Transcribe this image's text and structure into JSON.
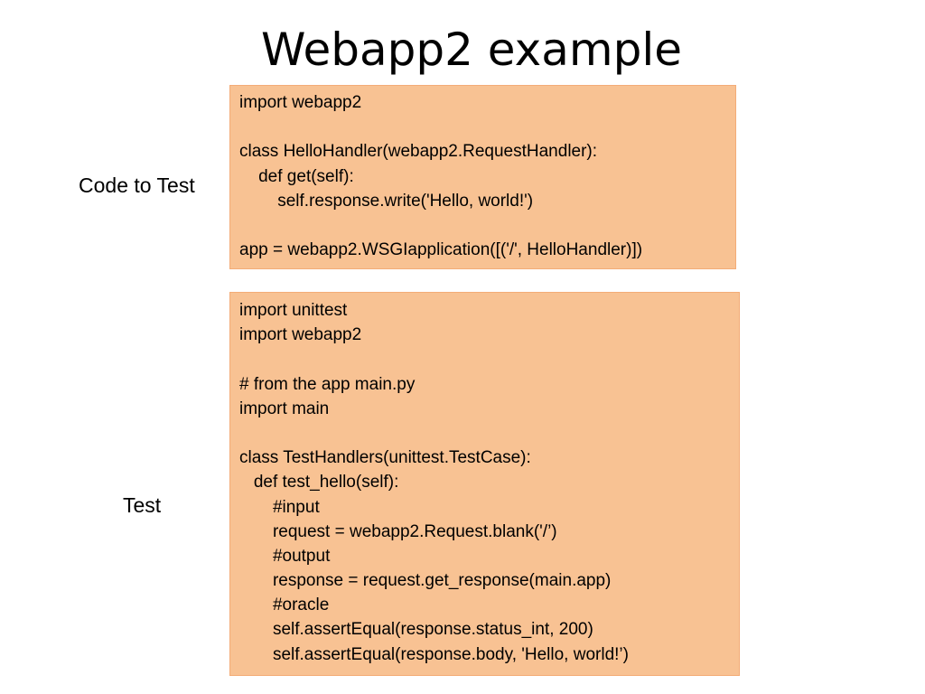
{
  "slide": {
    "title": "Webapp2 example",
    "labels": {
      "code": "Code to Test",
      "test": "Test"
    },
    "code_to_test": {
      "lines": [
        "import webapp2",
        "",
        "class HelloHandler(webapp2.RequestHandler):",
        "    def get(self):",
        "        self.response.write('Hello, world!')",
        "",
        "app = webapp2.WSGIapplication([('/', HelloHandler)])"
      ]
    },
    "test_code": {
      "lines": [
        "import unittest",
        "import webapp2",
        "",
        "# from the app main.py",
        "import main",
        "",
        "class TestHandlers(unittest.TestCase):",
        "   def test_hello(self):",
        "       #input",
        "       request = webapp2.Request.blank('/’)",
        "       #output",
        "       response = request.get_response(main.app)",
        "       #oracle",
        "       self.assertEqual(response.status_int, 200)",
        "       self.assertEqual(response.body, 'Hello, world!’)"
      ]
    }
  }
}
